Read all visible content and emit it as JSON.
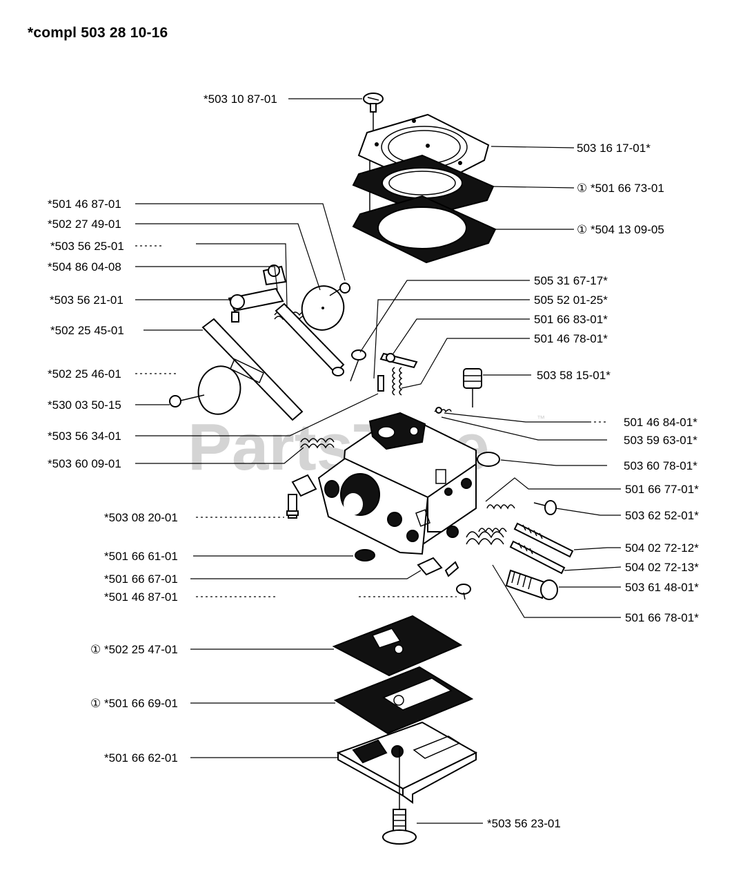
{
  "title": "*compl 503 28 10-16",
  "watermark": {
    "text": "PartsTree",
    "trademark": "™"
  },
  "callouts": [
    {
      "id": "c01",
      "text": "*503 10 87-01"
    },
    {
      "id": "c02",
      "text": "503 16 17-01*"
    },
    {
      "id": "c03",
      "text": "① *501 66 73-01"
    },
    {
      "id": "c04",
      "text": "① *504 13 09-05"
    },
    {
      "id": "c05",
      "text": "*501 46 87-01"
    },
    {
      "id": "c06",
      "text": "*502 27 49-01"
    },
    {
      "id": "c07",
      "text": "*503 56 25-01"
    },
    {
      "id": "c08",
      "text": "*504 86 04-08"
    },
    {
      "id": "c09",
      "text": "*503 56 21-01"
    },
    {
      "id": "c10",
      "text": "*502 25 45-01"
    },
    {
      "id": "c11",
      "text": "*502 25 46-01"
    },
    {
      "id": "c12",
      "text": "*530 03 50-15"
    },
    {
      "id": "c13",
      "text": "*503 56 34-01"
    },
    {
      "id": "c14",
      "text": "*503 60 09-01"
    },
    {
      "id": "c15",
      "text": "505 31 67-17*"
    },
    {
      "id": "c16",
      "text": "505 52 01-25*"
    },
    {
      "id": "c17",
      "text": "501 66 83-01*"
    },
    {
      "id": "c18",
      "text": "501 46 78-01*"
    },
    {
      "id": "c19",
      "text": "503 58 15-01*"
    },
    {
      "id": "c20",
      "text": "501 46 84-01*"
    },
    {
      "id": "c21",
      "text": "503 59 63-01*"
    },
    {
      "id": "c22",
      "text": "503 60 78-01*"
    },
    {
      "id": "c23",
      "text": "501 66 77-01*"
    },
    {
      "id": "c24",
      "text": "503 62 52-01*"
    },
    {
      "id": "c25",
      "text": "504 02 72-12*"
    },
    {
      "id": "c26",
      "text": "504 02 72-13*"
    },
    {
      "id": "c27",
      "text": "503 61 48-01*"
    },
    {
      "id": "c28",
      "text": "501 66 78-01*"
    },
    {
      "id": "c29",
      "text": "*503 08 20-01"
    },
    {
      "id": "c30",
      "text": "*501 66 61-01"
    },
    {
      "id": "c31",
      "text": "*501 66 67-01"
    },
    {
      "id": "c32",
      "text": "*501 46 87-01"
    },
    {
      "id": "c33",
      "text": "① *502 25 47-01"
    },
    {
      "id": "c34",
      "text": "① *501 66 69-01"
    },
    {
      "id": "c35",
      "text": "*501 66 62-01"
    },
    {
      "id": "c36",
      "text": "*503 56 23-01"
    }
  ]
}
